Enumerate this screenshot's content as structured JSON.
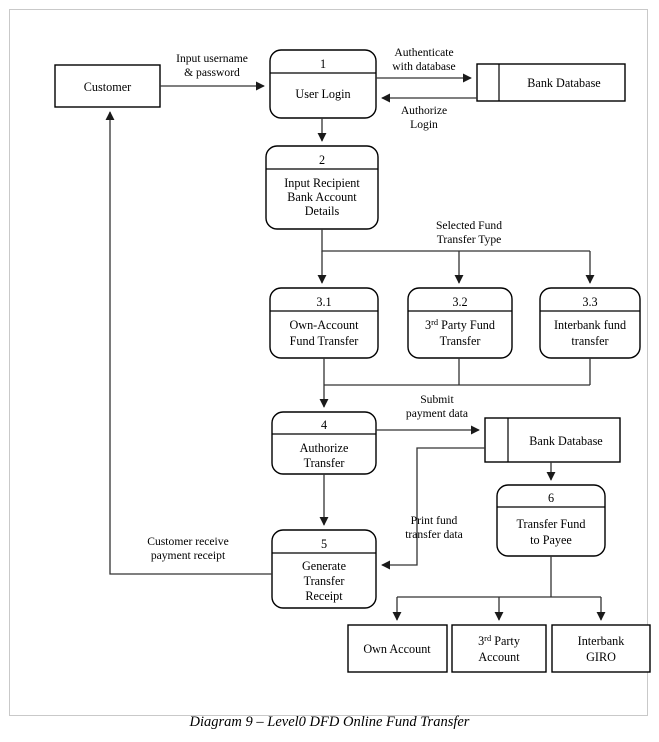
{
  "caption": "Diagram 9 – Level0 DFD Online Fund Transfer",
  "colors": {
    "page_border": "#c9c9c9",
    "shape_stroke": "#000000",
    "flow_line": "#333333",
    "background": "#ffffff"
  },
  "chart_data": {
    "type": "diagram",
    "diagram_kind": "data-flow-diagram",
    "title": "Diagram 9 – Level0 DFD Online Fund Transfer",
    "nodes": [
      {
        "id": "customer",
        "kind": "external-entity",
        "label": "Customer"
      },
      {
        "id": "p1",
        "kind": "process",
        "number": "1",
        "label": "User Login"
      },
      {
        "id": "db1",
        "kind": "data-store",
        "label": "Bank Database"
      },
      {
        "id": "p2",
        "kind": "process",
        "number": "2",
        "label": "Input Recipient Bank Account Details"
      },
      {
        "id": "p31",
        "kind": "process",
        "number": "3.1",
        "label": "Own-Account Fund Transfer"
      },
      {
        "id": "p32",
        "kind": "process",
        "number": "3.2",
        "label": "3rd Party Fund Transfer"
      },
      {
        "id": "p33",
        "kind": "process",
        "number": "3.3",
        "label": "Interbank fund transfer"
      },
      {
        "id": "p4",
        "kind": "process",
        "number": "4",
        "label": "Authorize Transfer"
      },
      {
        "id": "db2",
        "kind": "data-store",
        "label": "Bank Database"
      },
      {
        "id": "p5",
        "kind": "process",
        "number": "5",
        "label": "Generate Transfer Receipt"
      },
      {
        "id": "p6",
        "kind": "process",
        "number": "6",
        "label": "Transfer Fund to Payee"
      },
      {
        "id": "own",
        "kind": "external-entity",
        "label": "Own Account"
      },
      {
        "id": "thirdparty",
        "kind": "external-entity",
        "label": "3rd Party Account"
      },
      {
        "id": "giro",
        "kind": "external-entity",
        "label": "Interbank GIRO"
      }
    ],
    "edges": [
      {
        "from": "customer",
        "to": "p1",
        "label": "Input username & password"
      },
      {
        "from": "p1",
        "to": "db1",
        "label": "Authenticate with database"
      },
      {
        "from": "db1",
        "to": "p1",
        "label": "Authorize Login"
      },
      {
        "from": "p1",
        "to": "p2",
        "label": ""
      },
      {
        "from": "p2",
        "to": "p31",
        "label": ""
      },
      {
        "from": "p2",
        "to": "p32",
        "label": "Selected Fund Transfer Type"
      },
      {
        "from": "p2",
        "to": "p33",
        "label": ""
      },
      {
        "from": "p31",
        "to": "p4",
        "label": ""
      },
      {
        "from": "p32",
        "to": "p4",
        "label": ""
      },
      {
        "from": "p33",
        "to": "p4",
        "label": ""
      },
      {
        "from": "p4",
        "to": "db2",
        "label": "Submit payment data"
      },
      {
        "from": "p4",
        "to": "p5",
        "label": ""
      },
      {
        "from": "db2",
        "to": "p5",
        "label": "Print fund transfer data"
      },
      {
        "from": "db2",
        "to": "p6",
        "label": ""
      },
      {
        "from": "p5",
        "to": "customer",
        "label": "Customer receive payment receipt"
      },
      {
        "from": "p6",
        "to": "own",
        "label": ""
      },
      {
        "from": "p6",
        "to": "thirdparty",
        "label": ""
      },
      {
        "from": "p6",
        "to": "giro",
        "label": ""
      }
    ]
  },
  "labels": {
    "customer": "Customer",
    "bank_database_1": "Bank Database",
    "bank_database_2": "Bank Database",
    "p1_num": "1",
    "p1_label": "User Login",
    "p2_num": "2",
    "p2_l1": "Input Recipient",
    "p2_l2": "Bank Account",
    "p2_l3": "Details",
    "p31_num": "3.1",
    "p31_l1": "Own-Account",
    "p31_l2": "Fund Transfer",
    "p32_num": "3.2",
    "p32_l1_pre": "3",
    "p32_l1_sup": "rd",
    "p32_l1_post": " Party Fund",
    "p32_l2": "Transfer",
    "p33_num": "3.3",
    "p33_l1": "Interbank fund",
    "p33_l2": "transfer",
    "p4_num": "4",
    "p4_l1": "Authorize",
    "p4_l2": "Transfer",
    "p5_num": "5",
    "p5_l1": "Generate",
    "p5_l2": "Transfer",
    "p5_l3": "Receipt",
    "p6_num": "6",
    "p6_l1": "Transfer Fund",
    "p6_l2": "to Payee",
    "own_account": "Own Account",
    "third_party_l1_pre": "3",
    "third_party_l1_sup": "rd",
    "third_party_l1_post": " Party",
    "third_party_l2": "Account",
    "interbank_l1": "Interbank",
    "interbank_l2": "GIRO"
  },
  "flow_labels": {
    "input_user_l1": "Input username",
    "input_user_l2": "& password",
    "authenticate_l1": "Authenticate",
    "authenticate_l2": "with database",
    "authorize_l1": "Authorize",
    "authorize_l2": "Login",
    "selected_l1": "Selected Fund",
    "selected_l2": "Transfer Type",
    "submit_l1": "Submit",
    "submit_l2": "payment data",
    "print_l1": "Print fund",
    "print_l2": "transfer data",
    "receipt_l1": "Customer receive",
    "receipt_l2": "payment receipt"
  }
}
